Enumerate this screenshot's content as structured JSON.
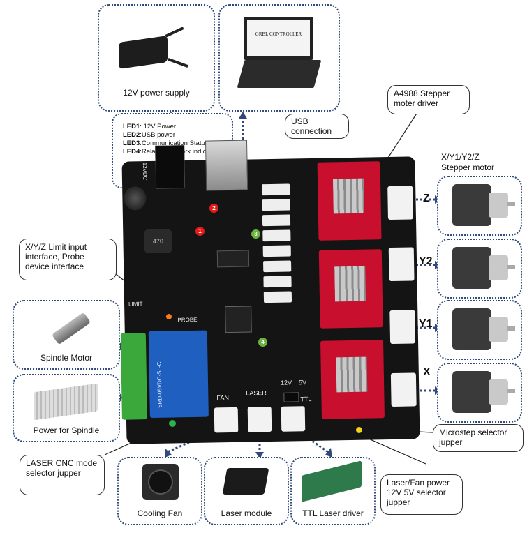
{
  "labels": {
    "power_supply": "12V power supply",
    "laptop_screen_text": "GRBL CONTROLLER",
    "usb": "USB connection",
    "led1_key": "LED1",
    "led1_val": ": 12V Power",
    "led2_key": "LED2",
    "led2_val": ":USB power",
    "led3_key": "LED3",
    "led3_val": ":Communication Status",
    "led4_key": "LED4",
    "led4_val": ":Relay laser work indication",
    "stepper_driver": "A4988 Stepper moter driver",
    "stepper_motor": "X/Y1/Y2/Z Stepper motor",
    "limit": "X/Y/Z Limit input interface, Probe device interface",
    "spindle_motor": "Spindle Motor",
    "spindle_power": "Power for Spindle",
    "laser_mode": "LASER CNC mode selector jupper",
    "cooling_fan": "Cooling Fan",
    "laser_module": "Laser module",
    "ttl_driver": "TTL Laser driver",
    "power_selector": "Laser/Fan power 12V 5V selector jupper",
    "microstep": "Microstep selector jupper",
    "axis_z": "Z",
    "axis_y2": "Y2",
    "axis_y1": "Y1",
    "axis_x": "X",
    "led_1": "1",
    "led_2": "2",
    "led_3": "3",
    "led_4": "4",
    "pcb_fan": "FAN",
    "pcb_laser": "LASER",
    "pcb_12v": "12V",
    "pcb_5v": "5V",
    "pcb_ttl": "TTL",
    "pcb_probe": "PROBE",
    "pcb_limit": "LIMIT",
    "pcb_12vdc": "12VDC",
    "pcb_relay": "SRD-05VDC-SL-C"
  },
  "colors": {
    "box_border": "#2f4a7a",
    "pcb": "#141414",
    "driver_board": "#c8102e",
    "terminal": "#3aa83a",
    "relay": "#1f5fbf"
  }
}
